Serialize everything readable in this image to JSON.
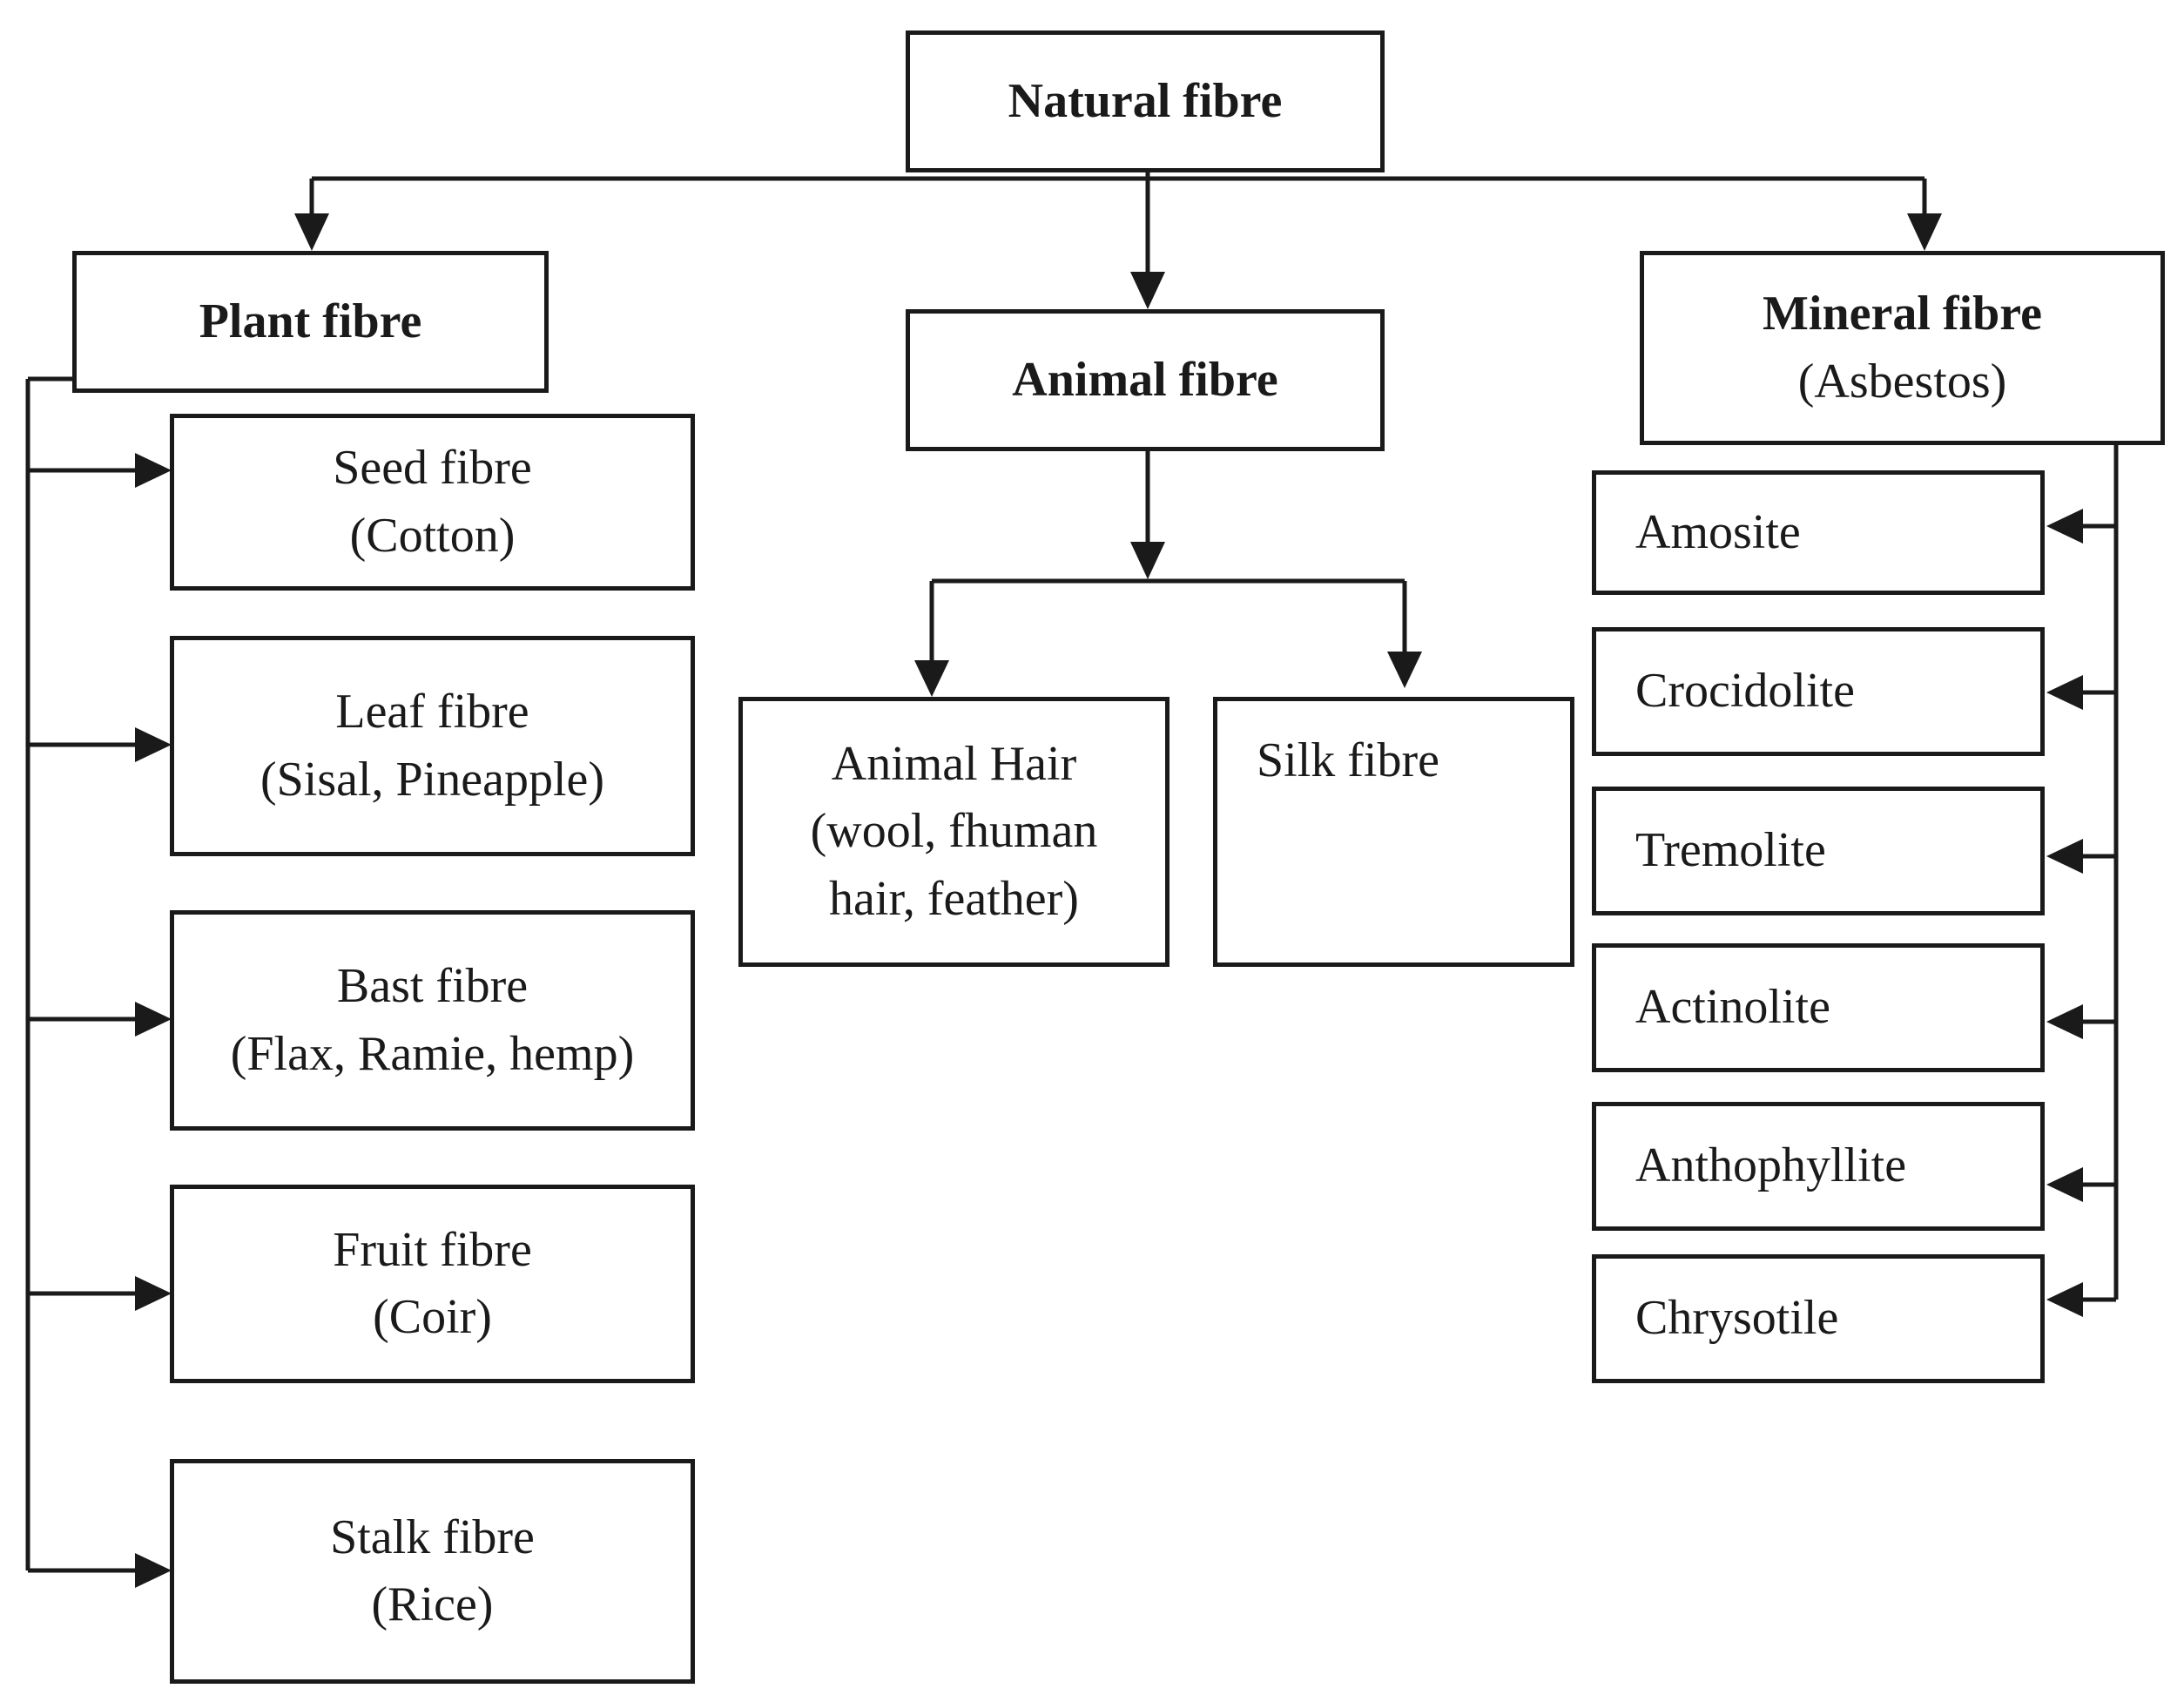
{
  "root": {
    "label": "Natural fibre"
  },
  "plant": {
    "label": "Plant fibre",
    "children": [
      {
        "name": "Seed fibre",
        "examples": "(Cotton)"
      },
      {
        "name": "Leaf fibre",
        "examples": "(Sisal, Pineapple)"
      },
      {
        "name": "Bast fibre",
        "examples": "(Flax, Ramie, hemp)"
      },
      {
        "name": "Fruit fibre",
        "examples": "(Coir)"
      },
      {
        "name": "Stalk fibre",
        "examples": "(Rice)"
      }
    ]
  },
  "animal": {
    "label": "Animal fibre",
    "children": [
      {
        "lines": [
          "Animal Hair",
          "(wool, fhuman",
          "hair, feather)"
        ]
      },
      {
        "lines": [
          "Silk fibre"
        ]
      }
    ]
  },
  "mineral": {
    "label": "Mineral fibre",
    "sublabel": "(Asbestos)",
    "children": [
      "Amosite",
      "Crocidolite",
      "Tremolite",
      "Actinolite",
      "Anthophyllite",
      "Chrysotile"
    ]
  },
  "colors": {
    "line": "#1a1a1a",
    "background": "#ffffff"
  }
}
